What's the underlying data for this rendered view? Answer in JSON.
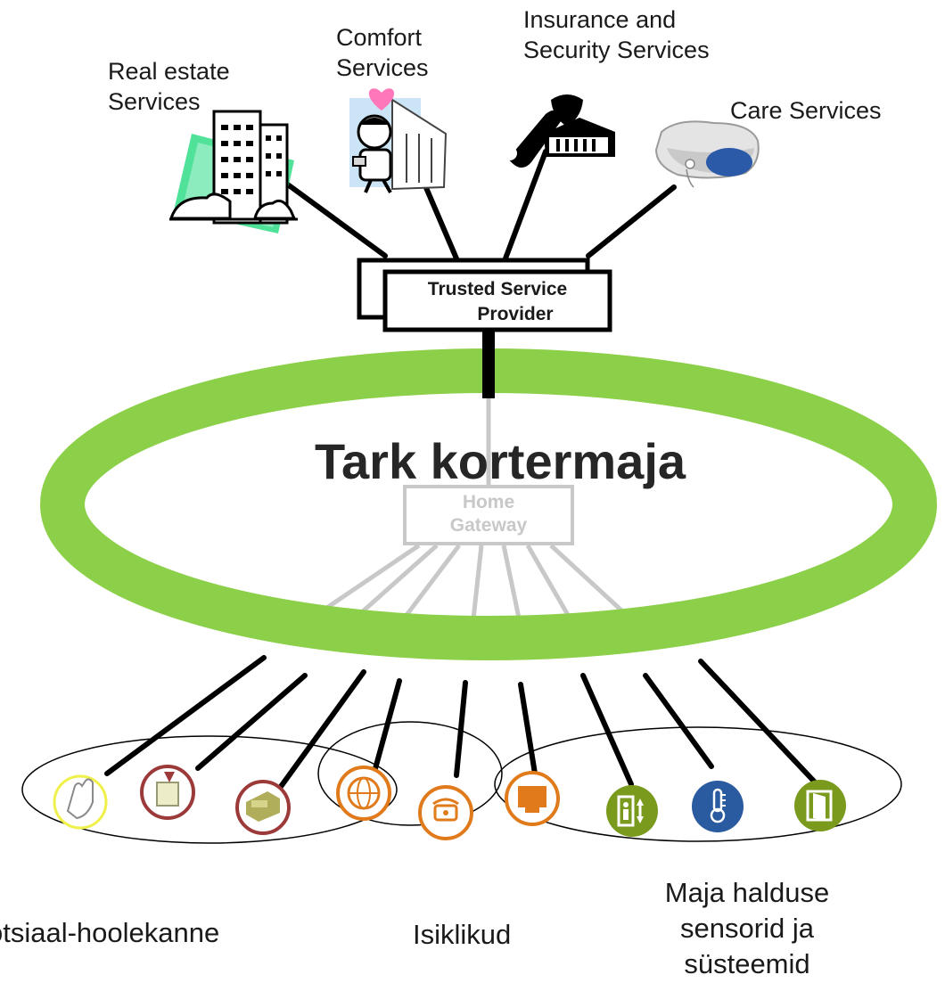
{
  "diagram": {
    "title": "Tark kortermaja",
    "provider_label": "Trusted Service\nProvider",
    "gateway_label": "Home\nGateway",
    "services": [
      {
        "id": "real-estate",
        "label": "Real estate\nServices",
        "icon": "office-building-icon"
      },
      {
        "id": "comfort",
        "label": "Comfort\nServices",
        "icon": "handyman-house-icon"
      },
      {
        "id": "insurance",
        "label": "Insurance and\nSecurity Services",
        "icon": "shield-key-house-icon"
      },
      {
        "id": "care",
        "label": "Care Services",
        "icon": "help-alarm-device-icon"
      }
    ],
    "devices": [
      {
        "id": "hand",
        "icon": "hand-icon",
        "color": "#e8e86a"
      },
      {
        "id": "meter",
        "icon": "meter-icon",
        "color": "#9c3a3a"
      },
      {
        "id": "appliance",
        "icon": "appliance-icon",
        "color": "#9c3a3a"
      },
      {
        "id": "globe",
        "icon": "globe-icon",
        "color": "#e07a1a"
      },
      {
        "id": "phone",
        "icon": "phone-icon",
        "color": "#e07a1a"
      },
      {
        "id": "tv",
        "icon": "tv-icon",
        "color": "#e07a1a"
      },
      {
        "id": "elevator",
        "icon": "elevator-icon",
        "color": "#7a9a1e"
      },
      {
        "id": "thermometer",
        "icon": "thermometer-icon",
        "color": "#2a5aa0"
      },
      {
        "id": "door",
        "icon": "door-icon",
        "color": "#7a9a1e"
      }
    ],
    "groups": [
      {
        "id": "social",
        "label": "otsiaal-hoolekanne"
      },
      {
        "id": "personal",
        "label": "Isiklikud"
      },
      {
        "id": "building",
        "label": "Maja halduse\nsensorid ja\nsüsteemid"
      }
    ],
    "colors": {
      "ring": "#8cd04a",
      "gateway_grey": "#c8c8c8",
      "line_black": "#000000"
    }
  }
}
